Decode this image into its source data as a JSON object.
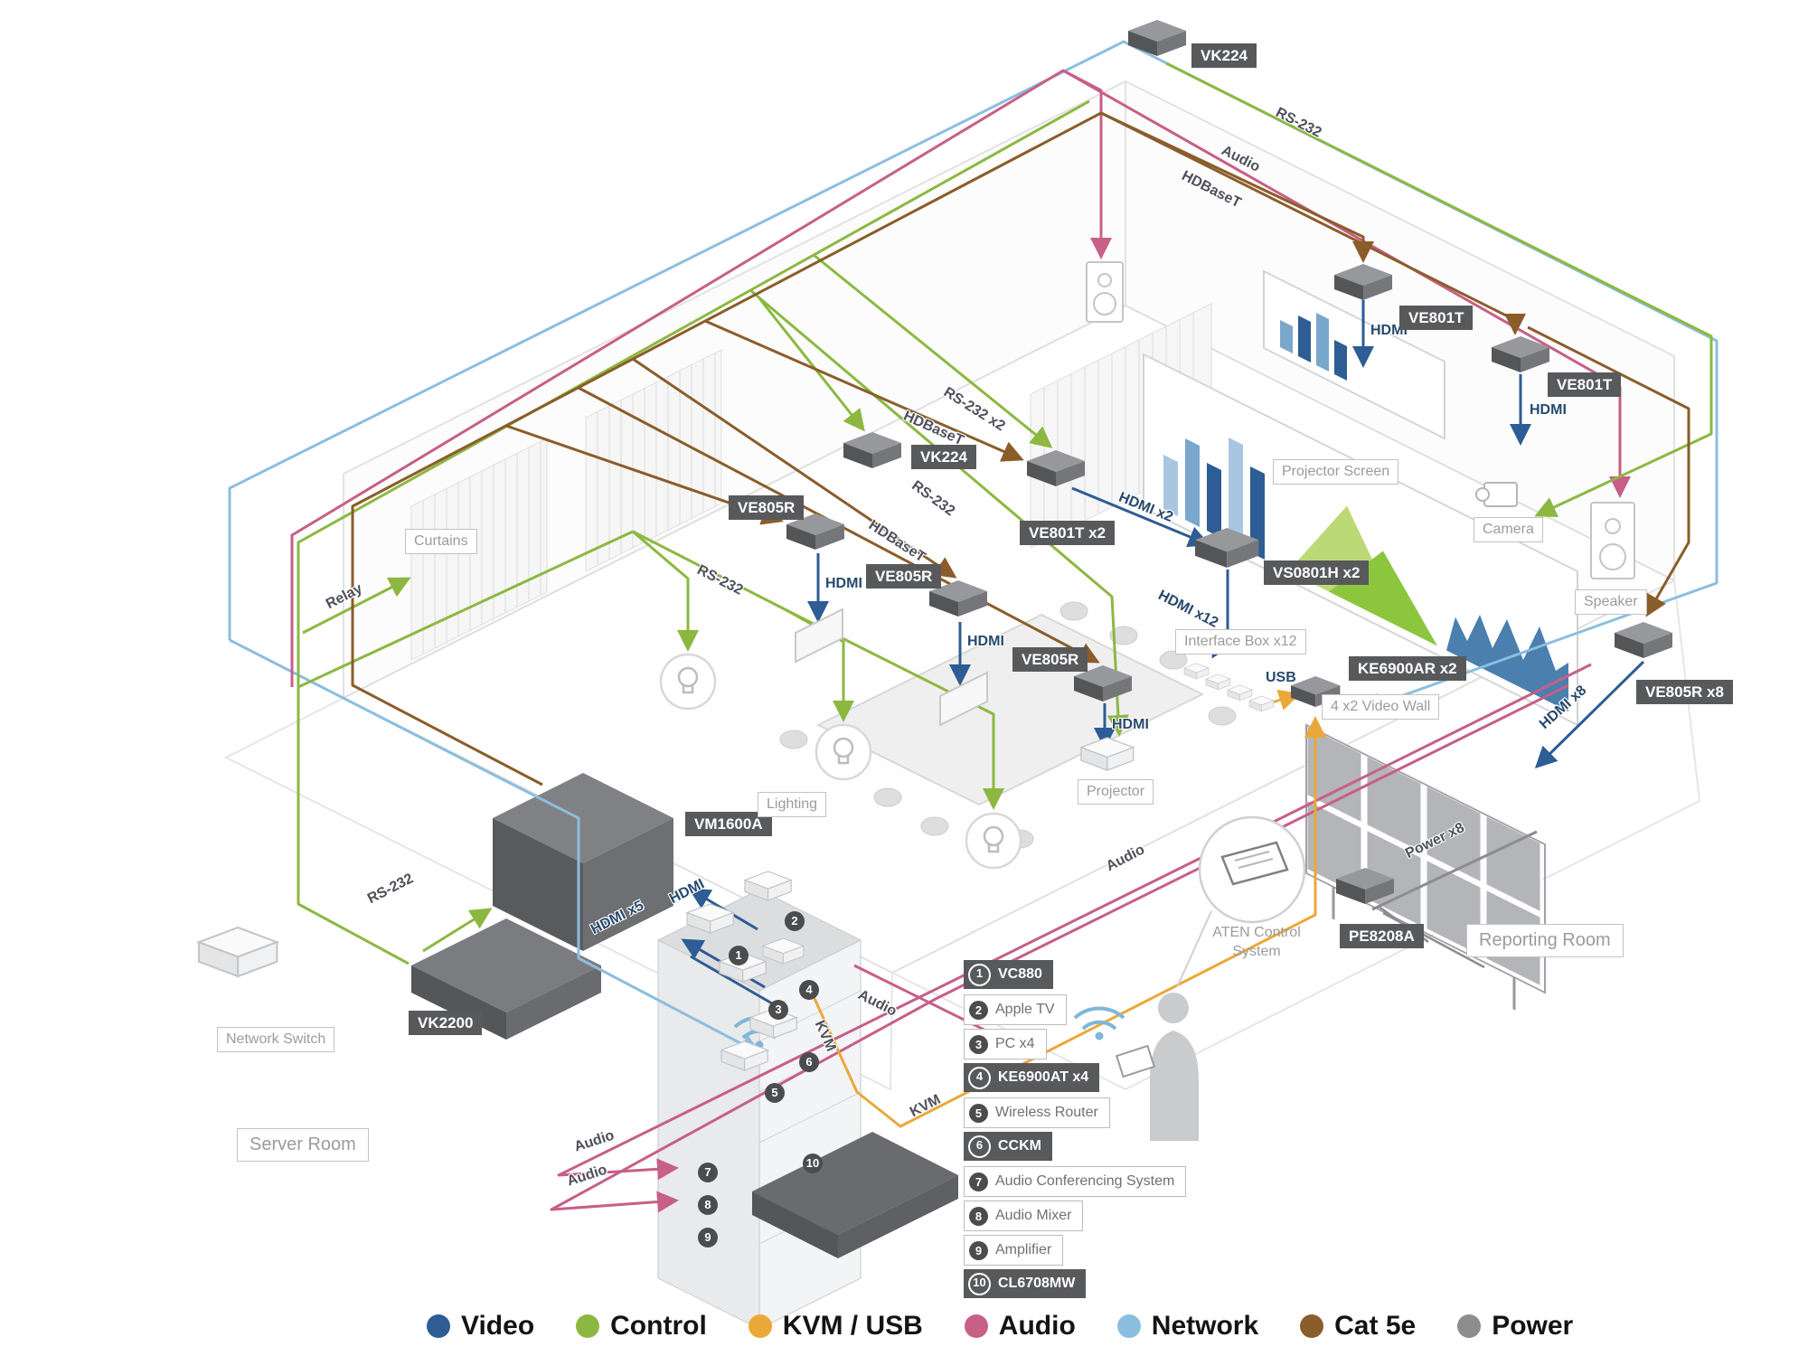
{
  "devices": {
    "vk224_top": "VK224",
    "ve801t_1": "VE801T",
    "ve801t_2": "VE801T",
    "vk224_mid": "VK224",
    "ve805r_1": "VE805R",
    "ve801t_x2": "VE801T x2",
    "ve805r_2": "VE805R",
    "vs0801h": "VS0801H x2",
    "ve805r_3": "VE805R",
    "ke6900ar": "KE6900AR x2",
    "ve805r_x8": "VE805R x8",
    "vm1600a": "VM1600A",
    "pe8208a": "PE8208A",
    "vk2200": "VK2200"
  },
  "labels": {
    "curtains": "Curtains",
    "projector_screen": "Projector Screen",
    "camera": "Camera",
    "speaker": "Speaker",
    "interface_box": "Interface Box x12",
    "video_wall": "4 x2 Video Wall",
    "lighting": "Lighting",
    "projector": "Projector",
    "network_switch": "Network Switch",
    "server_room": "Server Room",
    "reporting_room": "Reporting Room",
    "aten_control": "ATEN Control\nSystem"
  },
  "cables": {
    "rs232": "RS-232",
    "rs232_x2": "RS-232 x2",
    "hdbaset": "HDBaseT",
    "audio": "Audio",
    "relay": "Relay",
    "hdmi": "HDMI",
    "hdmi_x2": "HDMI x2",
    "hdmi_x5": "HDMI x5",
    "hdmi_x8": "HDMI x8",
    "hdmi_x12": "HDMI x12",
    "usb": "USB",
    "kvm": "KVM",
    "power_x8": "Power x8"
  },
  "equipment_list": {
    "items": [
      {
        "num": "1",
        "label": "VC880",
        "style": "dark"
      },
      {
        "num": "2",
        "label": "Apple TV",
        "style": "light"
      },
      {
        "num": "3",
        "label": "PC x4",
        "style": "light"
      },
      {
        "num": "4",
        "label": "KE6900AT x4",
        "style": "dark"
      },
      {
        "num": "5",
        "label": "Wireless Router",
        "style": "light"
      },
      {
        "num": "6",
        "label": "CCKM",
        "style": "dark"
      },
      {
        "num": "7",
        "label": "Audio Conferencing System",
        "style": "light"
      },
      {
        "num": "8",
        "label": "Audio Mixer",
        "style": "light"
      },
      {
        "num": "9",
        "label": "Amplifier",
        "style": "light"
      },
      {
        "num": "10",
        "label": "CL6708MW",
        "style": "dark"
      }
    ]
  },
  "legend": {
    "items": [
      {
        "label": "Video",
        "color": "#2e5c94"
      },
      {
        "label": "Control",
        "color": "#8cb841"
      },
      {
        "label": "KVM / USB",
        "color": "#eaa839"
      },
      {
        "label": "Audio",
        "color": "#c75f87"
      },
      {
        "label": "Network",
        "color": "#8bbedf"
      },
      {
        "label": "Cat 5e",
        "color": "#8a5d2a"
      },
      {
        "label": "Power",
        "color": "#8d8d8f"
      }
    ]
  }
}
